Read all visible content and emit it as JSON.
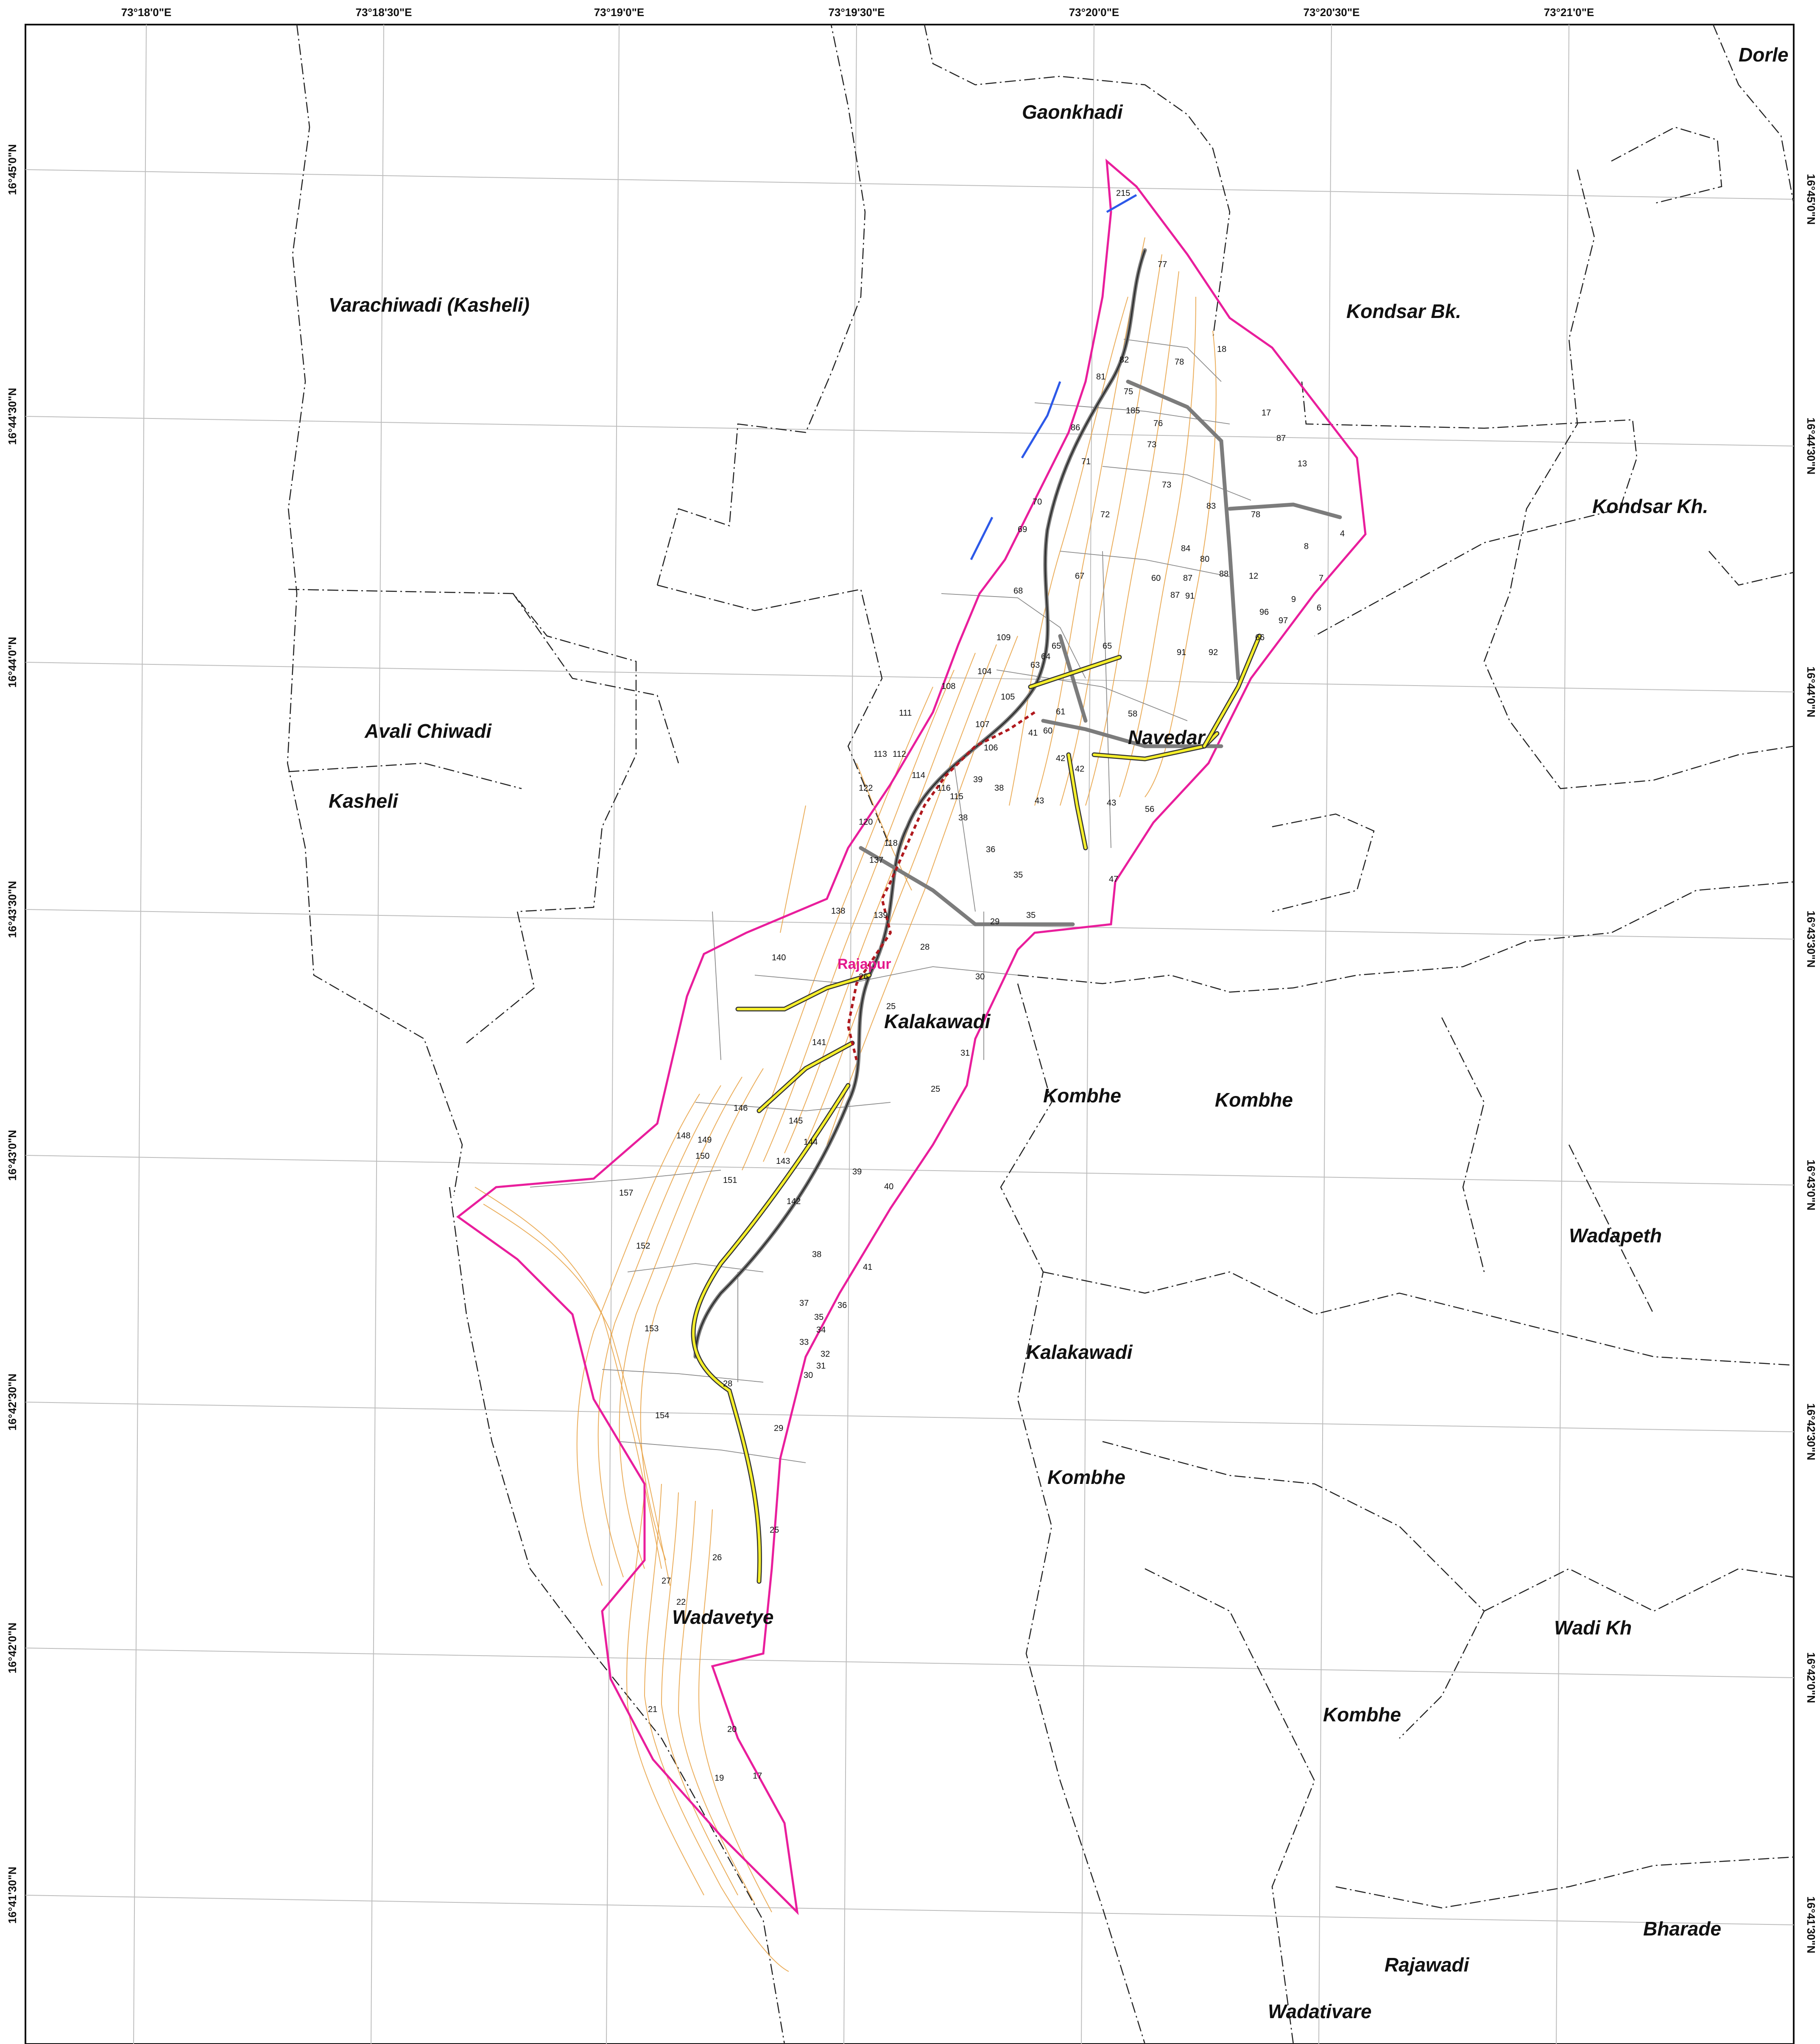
{
  "grid": {
    "top_lon_labels": [
      "73°18'0\"E",
      "73°18'30\"E",
      "73°19'0\"E",
      "73°19'30\"E",
      "73°20'0\"E",
      "73°20'30\"E",
      "73°21'0\"E"
    ],
    "left_lat_labels": [
      "16°45'0\"N",
      "16°44'30\"N",
      "16°44'0\"N",
      "16°43'30\"N",
      "16°43'0\"N",
      "16°42'30\"N",
      "16°42'0\"N",
      "16°41'30\"N"
    ],
    "right_lat_labels": [
      "16°45'0\"N",
      "16°44'30\"N",
      "16°44'0\"N",
      "16°43'30\"N",
      "16°43'0\"N",
      "16°42'30\"N",
      "16°42'0\"N",
      "16°41'30\"N"
    ]
  },
  "villages": [
    "Dorle",
    "Gaonkhadi",
    "Varachiwadi (Kasheli)",
    "Kondsar Bk.",
    "Kondsar Kh.",
    "Avali Chiwadi",
    "Kasheli",
    "Navedar",
    "Kalakawadi",
    "Kombhe",
    "Kombhe",
    "Wadapeth",
    "Kalakawadi",
    "Kombhe",
    "Wadi Kh",
    "Kombhe",
    "Wadavetye",
    "Bharade",
    "Rajawadi",
    "Wadativare"
  ],
  "town_label": "Rajapur",
  "parcel_numbers": [
    "215",
    "77",
    "18",
    "78",
    "82",
    "81",
    "75",
    "185",
    "76",
    "17",
    "87",
    "86",
    "73",
    "71",
    "70",
    "73",
    "13",
    "72",
    "83",
    "78",
    "69",
    "84",
    "80",
    "8",
    "4",
    "67",
    "60",
    "87",
    "88",
    "12",
    "7",
    "87",
    "91",
    "96",
    "97",
    "9",
    "6",
    "68",
    "65",
    "65",
    "91",
    "92",
    "109",
    "64",
    "63",
    "66",
    "104",
    "108",
    "105",
    "61",
    "58",
    "111",
    "107",
    "41",
    "60",
    "106",
    "42",
    "42",
    "113",
    "112",
    "114",
    "116",
    "39",
    "43",
    "43",
    "122",
    "115",
    "38",
    "38",
    "120",
    "56",
    "118",
    "36",
    "137",
    "47",
    "35",
    "138",
    "139",
    "28",
    "29",
    "35",
    "140",
    "26",
    "30",
    "25",
    "141",
    "31",
    "25",
    "146",
    "145",
    "148",
    "149",
    "150",
    "144",
    "143",
    "151",
    "39",
    "157",
    "142",
    "40",
    "152",
    "38",
    "41",
    "37",
    "36",
    "35",
    "34",
    "33",
    "32",
    "31",
    "30",
    "153",
    "28",
    "154",
    "29",
    "25",
    "26",
    "27",
    "22",
    "21",
    "20",
    "17",
    "19"
  ],
  "colors": {
    "boundary": "#222222",
    "project_corridor": "#e91e9c",
    "contours": "#e8a040",
    "roads": "#7c7c7c",
    "new_alignment": "#f5ef2a",
    "railway": "#b0191e",
    "water": "#2d59e8",
    "town_label": "#e4188c"
  },
  "icons": [
    "compass-none"
  ]
}
